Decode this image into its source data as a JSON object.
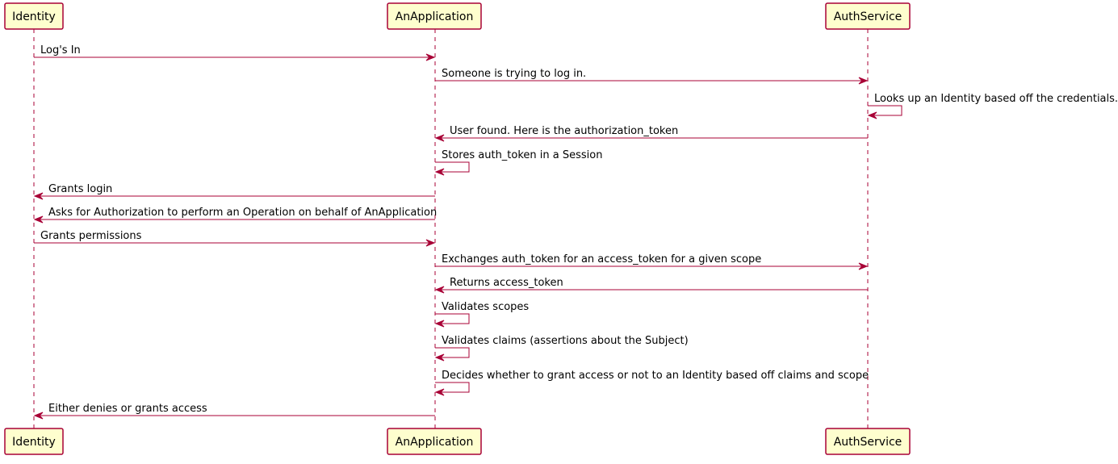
{
  "diagram": {
    "type": "sequence",
    "colors": {
      "participant_fill": "#FEFECE",
      "border": "#A80036",
      "text": "#000000",
      "background": "#FFFFFF"
    },
    "participants": [
      {
        "id": "identity",
        "label": "Identity"
      },
      {
        "id": "anapp",
        "label": "AnApplication"
      },
      {
        "id": "auth",
        "label": "AuthService"
      }
    ],
    "messages": [
      {
        "from": "identity",
        "to": "anapp",
        "label": "Log's In"
      },
      {
        "from": "anapp",
        "to": "auth",
        "label": "Someone is trying to log in."
      },
      {
        "from": "auth",
        "to": "auth",
        "label": "Looks up an Identity based off the credentials."
      },
      {
        "from": "auth",
        "to": "anapp",
        "label": "User found. Here is the authorization_token"
      },
      {
        "from": "anapp",
        "to": "anapp",
        "label": "Stores auth_token in a Session"
      },
      {
        "from": "anapp",
        "to": "identity",
        "label": "Grants login"
      },
      {
        "from": "anapp",
        "to": "identity",
        "label": "Asks for Authorization to perform an Operation on behalf of AnApplication"
      },
      {
        "from": "identity",
        "to": "anapp",
        "label": "Grants permissions"
      },
      {
        "from": "anapp",
        "to": "auth",
        "label": "Exchanges auth_token for an access_token for a given scope"
      },
      {
        "from": "auth",
        "to": "anapp",
        "label": "Returns access_token"
      },
      {
        "from": "anapp",
        "to": "anapp",
        "label": "Validates scopes"
      },
      {
        "from": "anapp",
        "to": "anapp",
        "label": "Validates claims (assertions about the Subject)"
      },
      {
        "from": "anapp",
        "to": "anapp",
        "label": "Decides whether to grant access or not to an Identity based off claims and scope"
      },
      {
        "from": "anapp",
        "to": "identity",
        "label": "Either denies or grants access"
      }
    ]
  }
}
